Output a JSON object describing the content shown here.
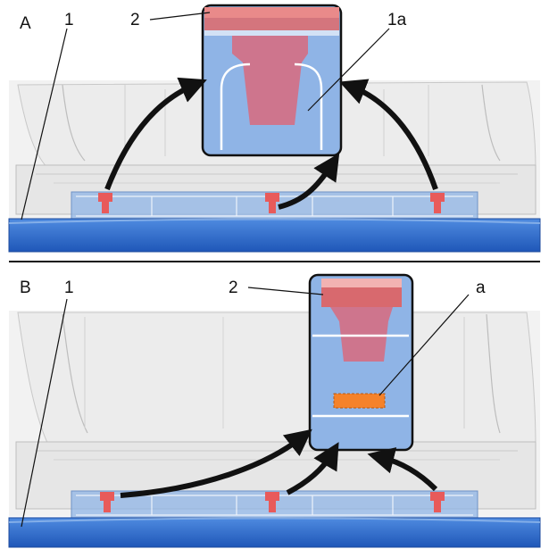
{
  "panel_a": {
    "panel_label": "A",
    "callouts": {
      "bumper": "1",
      "clip": "2",
      "bumper_detail": "1a"
    }
  },
  "panel_b": {
    "panel_label": "B",
    "callouts": {
      "bumper": "1",
      "clip": "2",
      "marked_area": "a"
    }
  },
  "colors": {
    "highlight_blue": "#8fb4e6",
    "clip_red": "#e85a5a",
    "marking_orange": "#f5822a",
    "bumper_blue": "#2f6fd0"
  }
}
